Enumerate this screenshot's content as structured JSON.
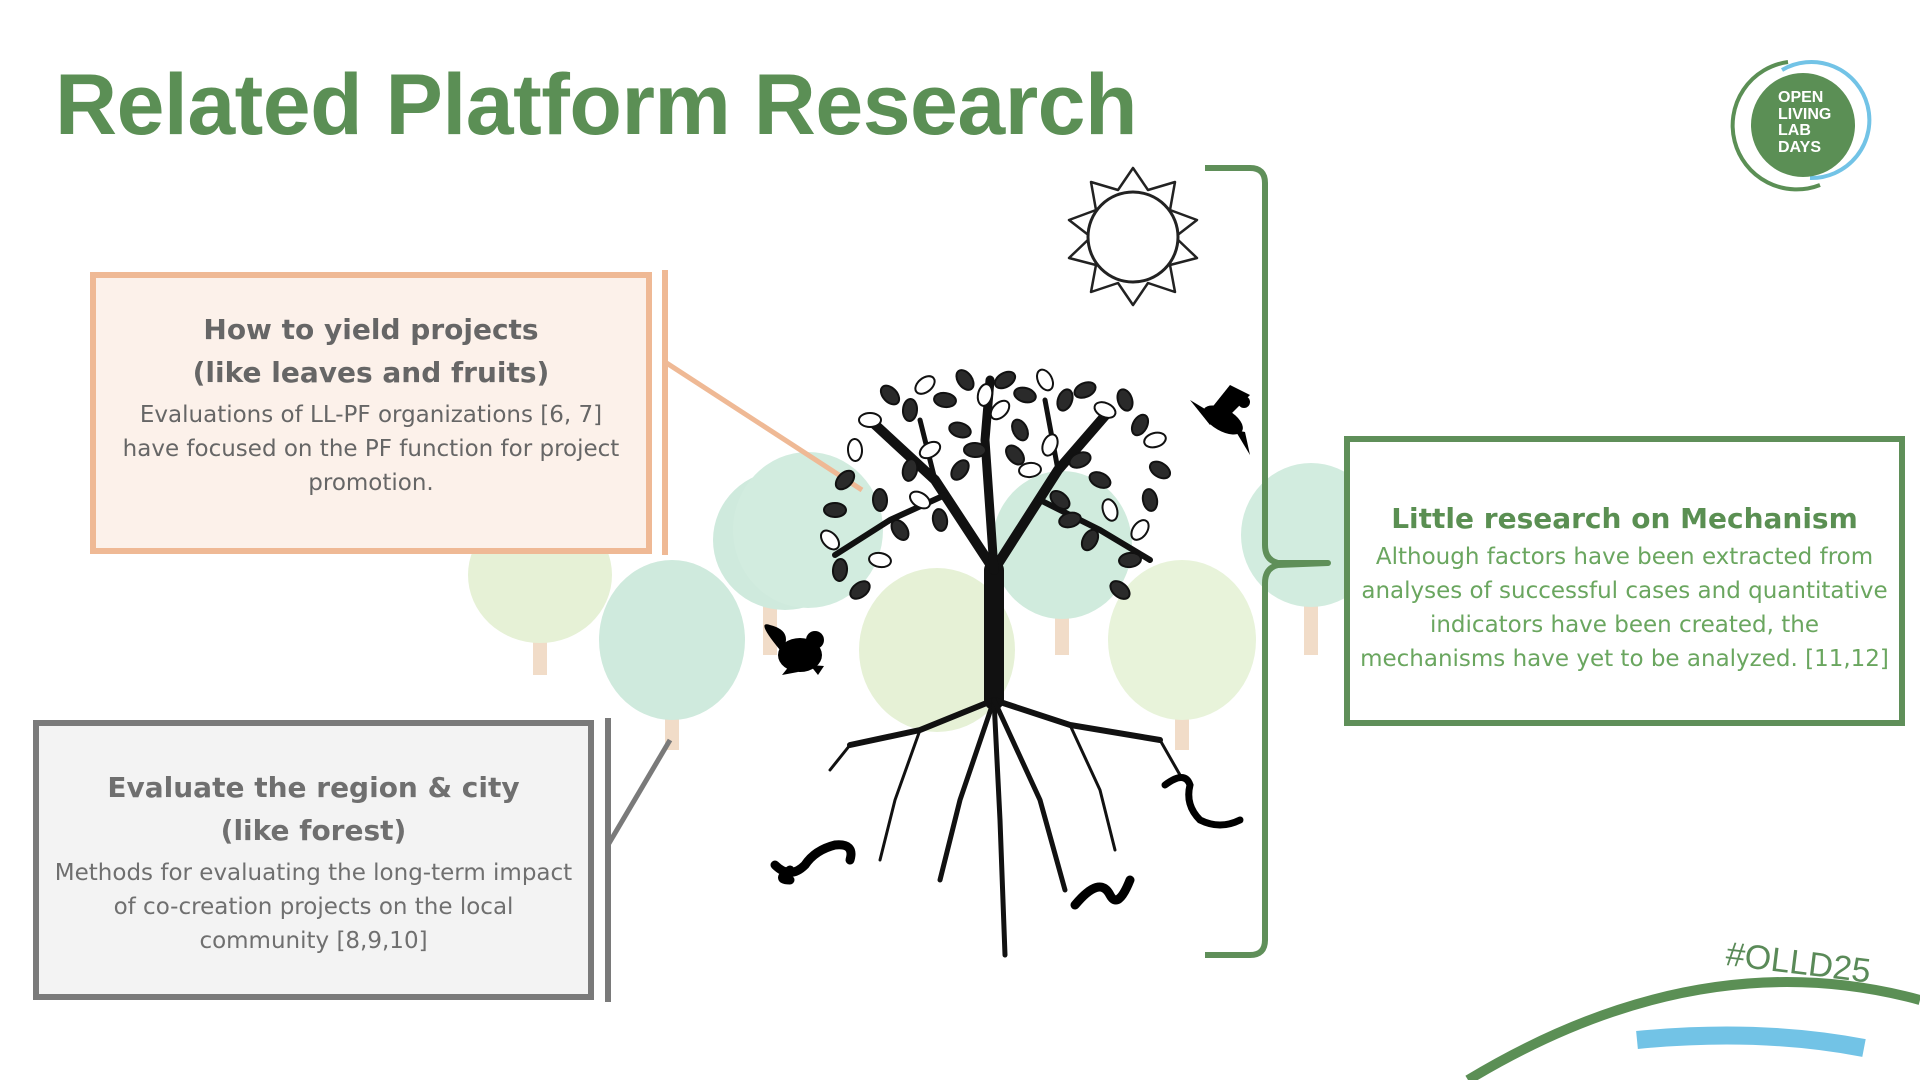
{
  "slide": {
    "title": "Related Platform Research",
    "hashtag": "#OLLD25"
  },
  "logo": {
    "line1": "OPEN",
    "line2": "LIVING",
    "line3": "LAB",
    "line4": "DAYS"
  },
  "boxes": {
    "yield": {
      "heading_line1": "How to yield projects",
      "heading_line2": "(like leaves and fruits)",
      "body": "Evaluations of LL-PF organizations [6, 7] have focused on the PF function for project promotion."
    },
    "forest": {
      "heading_line1": "Evaluate the region & city",
      "heading_line2": "(like forest)",
      "body": "Methods for evaluating the long-term impact of co-creation projects on the local community [8,9,10]"
    },
    "mechanism": {
      "heading": "Little research on Mechanism",
      "body": "Although factors have been extracted from analyses of successful cases and quantitative indicators have been created, the mechanisms have yet to be analyzed. [11,12]"
    }
  },
  "colors": {
    "title_green": "#5b8f55",
    "peach_border": "#efb995",
    "gray_border": "#7a7a7a",
    "green_border": "#5f8f59",
    "light_blue": "#72c3e6"
  },
  "icons": [
    "sun-icon",
    "tree-icon",
    "bird-icon",
    "squirrel-icon",
    "worm-icon",
    "background-tree-icon"
  ]
}
